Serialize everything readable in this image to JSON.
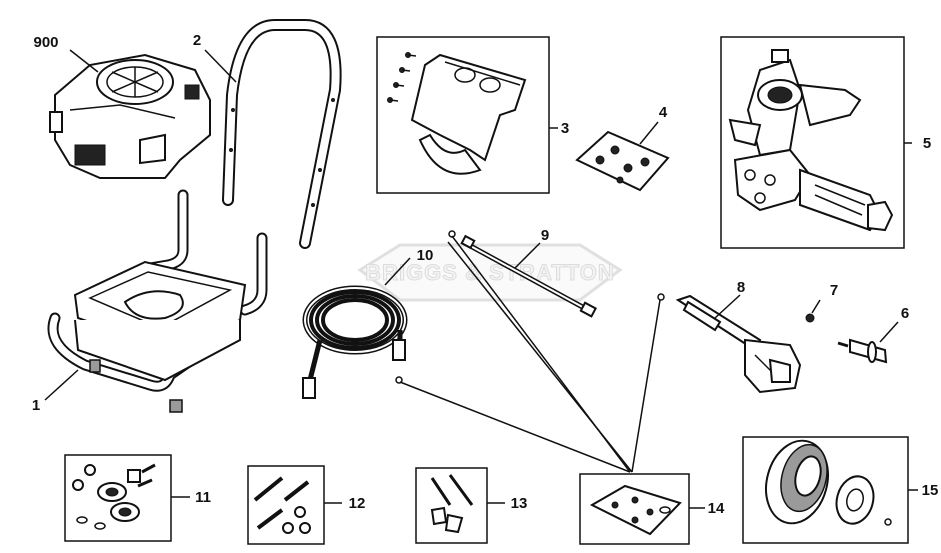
{
  "watermark": "BRIGGS & STRATTON",
  "parts": [
    {
      "id": "engine",
      "label": "900"
    },
    {
      "id": "handle",
      "label": "2"
    },
    {
      "id": "bracket-kit",
      "label": "3"
    },
    {
      "id": "hardware-kit-4",
      "label": "4"
    },
    {
      "id": "pump",
      "label": "5"
    },
    {
      "id": "nozzle",
      "label": "6"
    },
    {
      "id": "o-ring",
      "label": "7"
    },
    {
      "id": "spray-gun",
      "label": "8"
    },
    {
      "id": "wand",
      "label": "9"
    },
    {
      "id": "hose",
      "label": "10"
    },
    {
      "id": "frame",
      "label": "1"
    },
    {
      "id": "hardware-kit-11",
      "label": "11"
    },
    {
      "id": "hardware-kit-12",
      "label": "12"
    },
    {
      "id": "hardware-kit-13",
      "label": "13"
    },
    {
      "id": "hardware-kit-14",
      "label": "14"
    },
    {
      "id": "wheel-kit",
      "label": "15"
    }
  ]
}
